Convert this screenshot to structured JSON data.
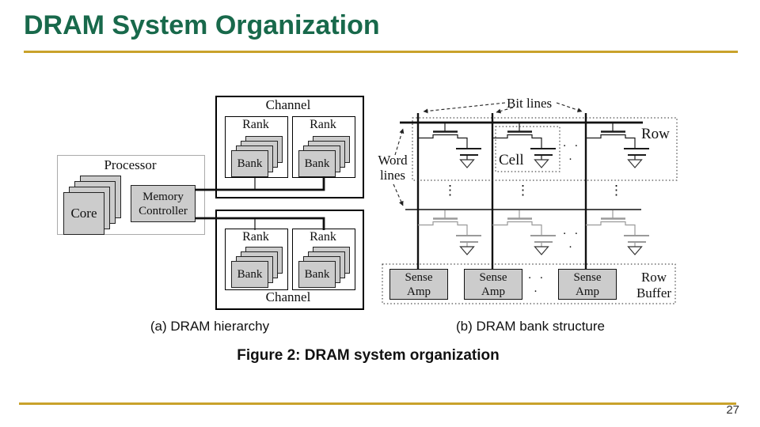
{
  "slide": {
    "title": "DRAM System Organization",
    "page_number": "27"
  },
  "captions": {
    "sub_a": "(a) DRAM hierarchy",
    "sub_b": "(b) DRAM bank structure",
    "figure": "Figure 2: DRAM system organization"
  },
  "hierarchy": {
    "processor": "Processor",
    "core": "Core",
    "memory_controller": "Memory Controller",
    "channel": "Channel",
    "rank": "Rank",
    "bank": "Bank"
  },
  "bank_structure": {
    "bit_lines": "Bit lines",
    "word_lines": "Word lines",
    "row": "Row",
    "cell": "Cell",
    "sense_amp": "Sense Amp",
    "row_buffer": "Row Buffer",
    "h_ellipsis": "· · ·",
    "v_ellipsis": "⋮"
  },
  "colors": {
    "title_green": "#18694B",
    "gold_rule": "#C9A22B",
    "box_gray": "#CCCCCC"
  }
}
